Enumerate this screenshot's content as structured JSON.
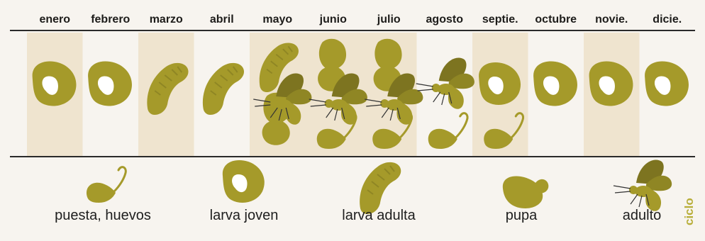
{
  "months": [
    "enero",
    "febrero",
    "marzo",
    "abril",
    "mayo",
    "junio",
    "julio",
    "agosto",
    "septie.",
    "octubre",
    "novie.",
    "dicie."
  ],
  "shaded_months": [
    "enero",
    "marzo",
    "mayo",
    "junio",
    "julio",
    "septie.",
    "novie."
  ],
  "calendar": [
    {
      "month": "enero",
      "stages": [
        "larva-joven"
      ]
    },
    {
      "month": "febrero",
      "stages": [
        "larva-joven"
      ]
    },
    {
      "month": "marzo",
      "stages": [
        "larva-adulta"
      ]
    },
    {
      "month": "abril",
      "stages": [
        "larva-adulta"
      ]
    },
    {
      "month": "mayo",
      "stages": [
        "larva-adulta",
        "pupa",
        "adulto"
      ]
    },
    {
      "month": "junio",
      "stages": [
        "pupa",
        "adulto",
        "puesta"
      ]
    },
    {
      "month": "julio",
      "stages": [
        "pupa",
        "adulto",
        "puesta"
      ]
    },
    {
      "month": "agosto",
      "stages": [
        "adulto",
        "puesta"
      ]
    },
    {
      "month": "septie.",
      "stages": [
        "larva-joven",
        "puesta"
      ]
    },
    {
      "month": "octubre",
      "stages": [
        "larva-joven"
      ]
    },
    {
      "month": "novie.",
      "stages": [
        "larva-joven"
      ]
    },
    {
      "month": "dicie.",
      "stages": [
        "larva-joven"
      ]
    }
  ],
  "legend": [
    {
      "id": "puesta",
      "label": "puesta, huevos"
    },
    {
      "id": "larva-joven",
      "label": "larva joven"
    },
    {
      "id": "larva-adulta",
      "label": "larva adulta"
    },
    {
      "id": "pupa",
      "label": "pupa"
    },
    {
      "id": "adulto",
      "label": "adulto"
    }
  ],
  "side_label": "ciclo",
  "colors": {
    "olive": "#a59a2a",
    "olive_dark": "#7d7420",
    "olive_shade": "#8f8624",
    "shading": "#efe4cf",
    "background": "#f7f4ef",
    "side_label": "#b8ae3a"
  }
}
